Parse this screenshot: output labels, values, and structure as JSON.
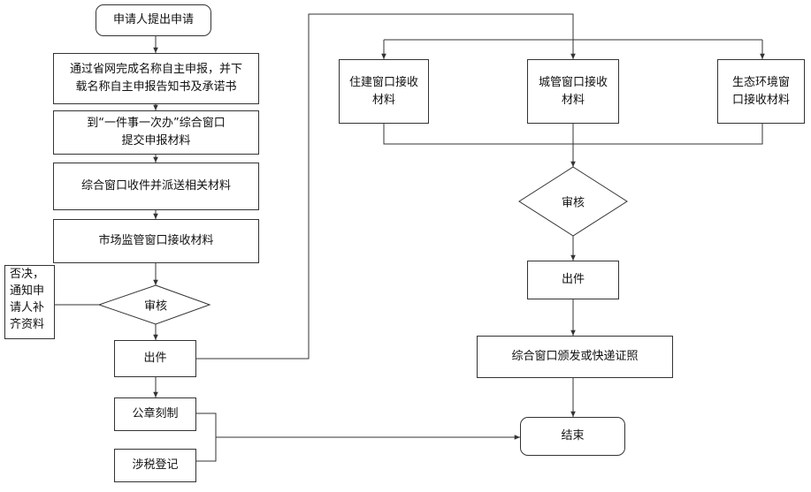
{
  "nodes": {
    "apply": "申请人提出申请",
    "name_report_1": "通过省网完成名称自主申报，并下",
    "name_report_2": "载名称自主申报告知书及承诺书",
    "window_submit_1": "到“一件事一次办”综合窗口",
    "window_submit_2": "提交申报材料",
    "collect_dispatch": "综合窗口收件并派送相关材料",
    "market_receive": "市场监管窗口接收材料",
    "review_left": "审核",
    "reject_1": "否决，",
    "reject_2": "通知申",
    "reject_3": "请人补",
    "reject_4": "齐资料",
    "issue_left": "出件",
    "seal": "公章刻制",
    "tax": "涉税登记",
    "housing_1": "住建窗口接收",
    "housing_2": "材料",
    "urban_1": "城管窗口接收",
    "urban_2": "材料",
    "eco_1": "生态环境窗",
    "eco_2": "口接收材料",
    "review_right": "审核",
    "issue_right": "出件",
    "deliver": "综合窗口颁发或快递证照",
    "end": "结束"
  }
}
